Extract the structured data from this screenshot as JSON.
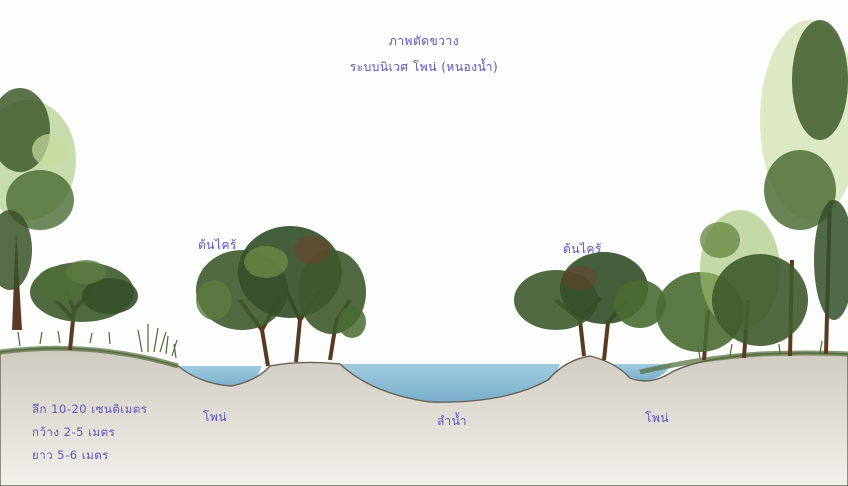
{
  "title": {
    "line1": "ภาพตัดขวาง",
    "line2": "ระบบนิเวศ โพน่ (หนองน้ำ)"
  },
  "labels": {
    "tree_left": "ต้นไคร้",
    "tree_right": "ต้นไคร้",
    "pond_left": "โพน่",
    "stream": "ลำน้ำ",
    "pond_right": "โพน่"
  },
  "dimensions": [
    "ลึก  10-20  เซนติเมตร",
    "กว้าง  2-5  เมตร",
    "ยาว  5-6  เมตร"
  ],
  "colors": {
    "text": "#5a55b8",
    "water": "#6fa9c9",
    "foliage_dark": "#3f5a2c",
    "foliage_light": "#9cbf6a",
    "trunk": "#5a3a22",
    "ground": "#d9d6cf"
  }
}
